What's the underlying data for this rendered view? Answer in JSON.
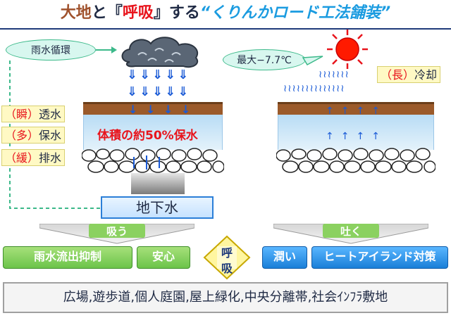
{
  "title": {
    "part1": "大地",
    "part2": "と『",
    "part3": "呼吸",
    "part4": "』する",
    "part5": "“くりんかロード工法舗装”"
  },
  "labels": {
    "rain_cycle": "雨水循環",
    "max_temp": "最大−7.7℃",
    "cooling_paren": "（長）",
    "cooling_text": "冷却",
    "instant_paren": "（瞬）",
    "instant_text": "透水",
    "many_paren": "（多）",
    "many_text": "保水",
    "slow_paren": "（緩）",
    "slow_text": "排水",
    "volume_retention": "体積の約50%保水",
    "groundwater": "地下水",
    "absorb": "吸う",
    "exhale": "吐く",
    "kokyu_1": "呼",
    "kokyu_2": "吸"
  },
  "buttons": {
    "runoff": "雨水流出抑制",
    "safety": "安心",
    "moisture": "潤い",
    "heat_island": "ヒートアイランド対策"
  },
  "footer": {
    "text": "広場,遊歩道,個人庭園,屋上緑化,中央分離帯,社会ｲﾝﾌﾗ敷地"
  },
  "colors": {
    "accent_red": "#e8141c",
    "accent_blue": "#1a9be0",
    "soil_brown": "#9b5a2a",
    "green": "#6cc44a",
    "blue_button": "#1a7fd8"
  },
  "icons": {
    "cloud": "cloud-icon",
    "sun": "sun-icon",
    "rain_arrows": "down-arrow-icon",
    "vapor_arrows": "up-arrow-icon"
  }
}
